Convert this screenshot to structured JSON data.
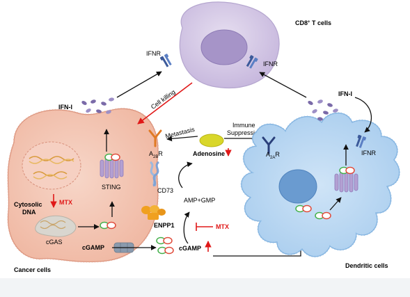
{
  "labels": {
    "t_cells": "CD8",
    "t_cells_sup": "+",
    "t_cells_suffix": " T cells",
    "ifnr_left": "IFNR",
    "ifnr_mid": "IFNR",
    "ifnr_right": "IFNR",
    "ifn_left": "IFN-I",
    "ifn_right": "IFN-I",
    "cell_killing": "Cell killing",
    "metastasis": "Metastasis",
    "immune_1": "Immune",
    "immune_2": "Suppression",
    "a2br_main": "A",
    "a2br_sub": "2B",
    "a2br_tail": "R",
    "a2ar_main": "A",
    "a2ar_sub": "2A",
    "a2ar_tail": "R",
    "adenosine": "Adenosine",
    "cd73": "CD73",
    "sting": "STING",
    "amp_gmp": "AMP+GMP",
    "enpp1": "ENPP1",
    "mtx_1": "MTX",
    "mtx_2": "MTX",
    "cytosolic_1": "Cytosolic",
    "cytosolic_2": "DNA",
    "cgas": "cGAS",
    "cgamp_left": "cGAMP",
    "cgamp_right": "cGAMP",
    "cancer_cells": "Cancer cells",
    "dendritic_cells": "Dendritic cells"
  },
  "colors": {
    "inhibit": "#e01818",
    "cancer_fill": "#f3c6b4",
    "cancer_stroke": "#d8907a",
    "dc_fill": "#bcd9f2",
    "dc_stroke": "#7fb0de",
    "tcell_fill": "#d6cbe6",
    "tcell_nucleus": "#a694c8",
    "receptor": "#3c5a9a",
    "sting": "#a994c8",
    "adenosine": "#d9d72a",
    "enpp1": "#f0a020",
    "cgamp_green": "#43b04a",
    "cgamp_red": "#e04a3a"
  }
}
